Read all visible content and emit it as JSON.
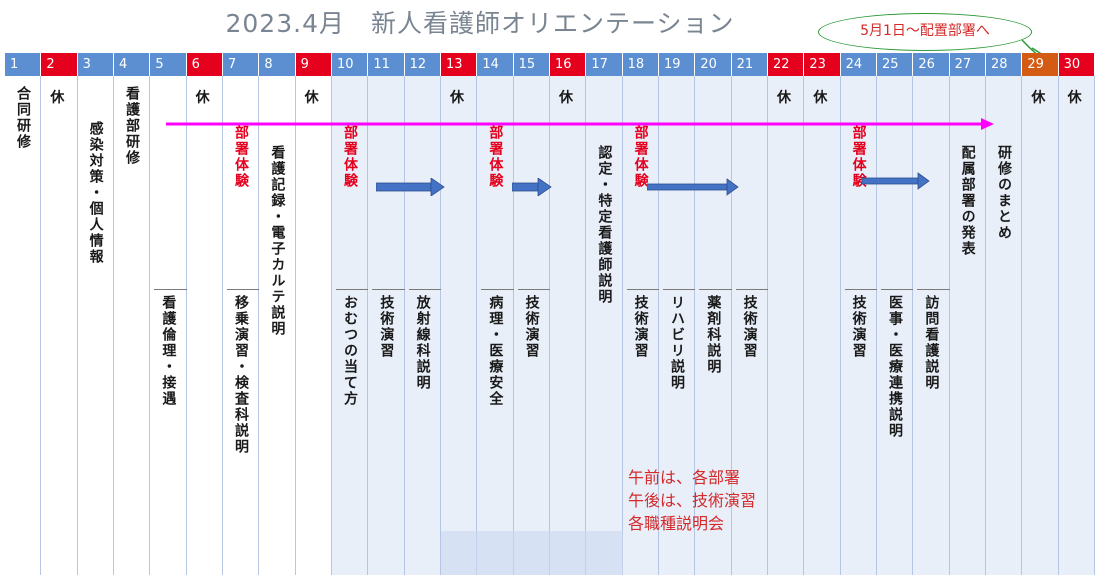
{
  "title": "2023.4月　新人看護師オリエンテーション",
  "callout": "5月1日〜配置部署へ",
  "days": [
    {
      "num": "1",
      "head": "blue",
      "bg": "white",
      "top": "合同研修",
      "bottom": ""
    },
    {
      "num": "2",
      "head": "red",
      "bg": "white",
      "top": "休",
      "bottom": ""
    },
    {
      "num": "3",
      "head": "blue",
      "bg": "white",
      "top": "感染対策・個人情報",
      "bottom": ""
    },
    {
      "num": "4",
      "head": "blue",
      "bg": "white",
      "top": "看護部研修",
      "bottom": ""
    },
    {
      "num": "5",
      "head": "blue",
      "bg": "white",
      "top": "",
      "bottom": "看護倫理・接遇"
    },
    {
      "num": "6",
      "head": "red",
      "bg": "white",
      "top": "休",
      "bottom": ""
    },
    {
      "num": "7",
      "head": "blue",
      "bg": "white",
      "top": "部署体験",
      "bottom": "移乗演習・検査科説明"
    },
    {
      "num": "8",
      "head": "blue",
      "bg": "white",
      "top": "看護記録・電子カルテ説明",
      "bottom": ""
    },
    {
      "num": "9",
      "head": "red",
      "bg": "white",
      "top": "休",
      "bottom": ""
    },
    {
      "num": "10",
      "head": "blue",
      "bg": "light",
      "top": "部署体験",
      "bottom": "おむつの当て方"
    },
    {
      "num": "11",
      "head": "blue",
      "bg": "light",
      "top": "",
      "bottom": "技術演習"
    },
    {
      "num": "12",
      "head": "blue",
      "bg": "light",
      "top": "",
      "bottom": "放射線科説明"
    },
    {
      "num": "13",
      "head": "red",
      "bg": "light",
      "top": "休",
      "bottom": ""
    },
    {
      "num": "14",
      "head": "blue",
      "bg": "light",
      "top": "部署体験",
      "bottom": "病理・医療安全"
    },
    {
      "num": "15",
      "head": "blue",
      "bg": "light",
      "top": "",
      "bottom": "技術演習"
    },
    {
      "num": "16",
      "head": "red",
      "bg": "light",
      "top": "休",
      "bottom": ""
    },
    {
      "num": "17",
      "head": "blue",
      "bg": "light",
      "top": "認定・特定看護師説明",
      "bottom": ""
    },
    {
      "num": "18",
      "head": "blue",
      "bg": "light",
      "top": "部署体験",
      "bottom": "技術演習"
    },
    {
      "num": "19",
      "head": "blue",
      "bg": "light",
      "top": "",
      "bottom": "リハビリ説明"
    },
    {
      "num": "20",
      "head": "blue",
      "bg": "light",
      "top": "",
      "bottom": "薬剤科説明"
    },
    {
      "num": "21",
      "head": "blue",
      "bg": "light",
      "top": "",
      "bottom": "技術演習"
    },
    {
      "num": "22",
      "head": "red",
      "bg": "light",
      "top": "休",
      "bottom": ""
    },
    {
      "num": "23",
      "head": "red",
      "bg": "light",
      "top": "休",
      "bottom": ""
    },
    {
      "num": "24",
      "head": "blue",
      "bg": "light",
      "top": "部署体験",
      "bottom": "技術演習"
    },
    {
      "num": "25",
      "head": "blue",
      "bg": "light",
      "top": "",
      "bottom": "医事・医療連携説明"
    },
    {
      "num": "26",
      "head": "blue",
      "bg": "light",
      "top": "",
      "bottom": "訪問看護説明"
    },
    {
      "num": "27",
      "head": "blue",
      "bg": "light",
      "top": "配属部署の発表",
      "bottom": ""
    },
    {
      "num": "28",
      "head": "blue",
      "bg": "light",
      "top": "研修のまとめ",
      "bottom": ""
    },
    {
      "num": "29",
      "head": "orange",
      "bg": "light",
      "top": "休",
      "bottom": ""
    },
    {
      "num": "30",
      "head": "red",
      "bg": "light",
      "top": "休",
      "bottom": ""
    }
  ],
  "note": {
    "line1": "午前は、各部署",
    "line2": "午後は、技術演習",
    "line3": "各職種説明会"
  },
  "colors": {
    "header_weekday": "#5b8fd2",
    "header_holiday": "#e5001e",
    "header_29": "#d35b13",
    "magenta_arrow": "#ff00ff",
    "blue_arrow": "#4472c4",
    "note_text": "#d42a2a",
    "callout_border": "#2e9a3a"
  }
}
